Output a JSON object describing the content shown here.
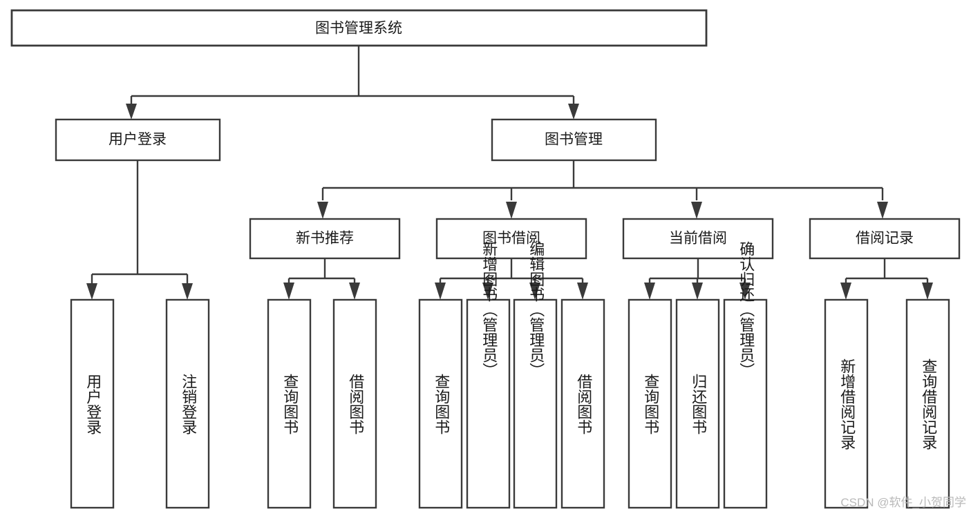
{
  "diagram": {
    "title": "图书管理系统",
    "type": "tree-hierarchy",
    "orientation": "top-down",
    "colors": {
      "stroke": "#3a3a3a",
      "fill": "#ffffff",
      "text": "#1a1a1a",
      "watermark": "#b9b9b9",
      "background": "#ffffff"
    },
    "root": {
      "id": "root",
      "label": "图书管理系统"
    },
    "level2": [
      {
        "id": "user-login",
        "label": "用户登录"
      },
      {
        "id": "book-manage",
        "label": "图书管理"
      }
    ],
    "level3": [
      {
        "id": "new-book-recommend",
        "label": "新书推荐",
        "parent": "book-manage"
      },
      {
        "id": "book-borrow",
        "label": "图书借阅",
        "parent": "book-manage"
      },
      {
        "id": "current-borrow",
        "label": "当前借阅",
        "parent": "book-manage"
      },
      {
        "id": "borrow-record",
        "label": "借阅记录",
        "parent": "book-manage"
      }
    ],
    "leaves": {
      "user-login": [
        {
          "id": "leaf-user-login",
          "label": "用户登录"
        },
        {
          "id": "leaf-user-logout",
          "label": "注销登录"
        }
      ],
      "new-book-recommend": [
        {
          "id": "leaf-query-book-1",
          "label": "查询图书"
        },
        {
          "id": "leaf-borrow-book-1",
          "label": "借阅图书"
        }
      ],
      "book-borrow": [
        {
          "id": "leaf-query-book-2",
          "label": "查询图书"
        },
        {
          "id": "leaf-add-book",
          "label": "新增图书（管理员）"
        },
        {
          "id": "leaf-edit-book",
          "label": "编辑图书（管理员）"
        },
        {
          "id": "leaf-borrow-book-2",
          "label": "借阅图书"
        }
      ],
      "current-borrow": [
        {
          "id": "leaf-query-book-3",
          "label": "查询图书"
        },
        {
          "id": "leaf-return-book",
          "label": "归还图书"
        },
        {
          "id": "leaf-confirm-return",
          "label": "确认归还（管理员）"
        }
      ],
      "borrow-record": [
        {
          "id": "leaf-add-record",
          "label": "新增借阅记录"
        },
        {
          "id": "leaf-query-record",
          "label": "查询借阅记录"
        }
      ]
    }
  },
  "watermark": {
    "text": "CSDN @软件_小贺同学"
  }
}
